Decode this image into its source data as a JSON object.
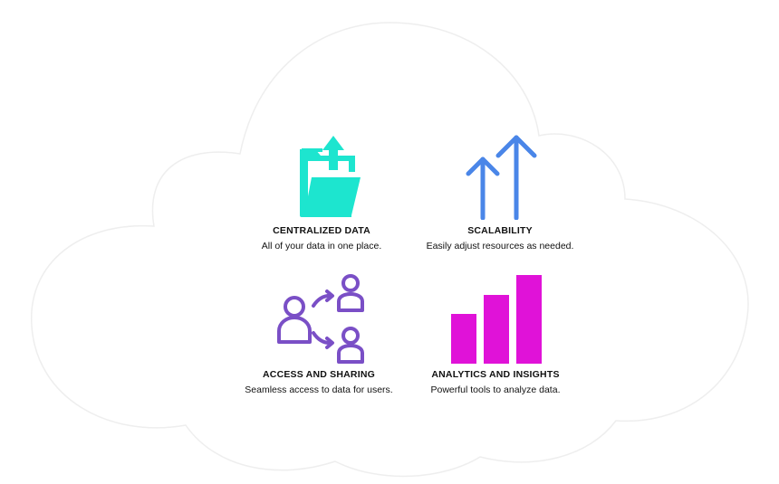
{
  "colors": {
    "folder": "#1de5cf",
    "arrows": "#4a86e8",
    "users": "#7a4fc6",
    "bars": "#e012d8",
    "cloud_stroke": "#eeeeee"
  },
  "features": [
    {
      "icon": "folder-upload-icon",
      "title": "CENTRALIZED DATA",
      "description": "All of your data in one place."
    },
    {
      "icon": "double-arrow-up-icon",
      "title": "SCALABILITY",
      "description": "Easily adjust resources as needed."
    },
    {
      "icon": "users-sharing-icon",
      "title": "ACCESS AND SHARING",
      "description": "Seamless access to data for users."
    },
    {
      "icon": "bar-chart-icon",
      "title": "ANALYTICS AND INSIGHTS",
      "description": "Powerful tools to analyze data."
    }
  ]
}
